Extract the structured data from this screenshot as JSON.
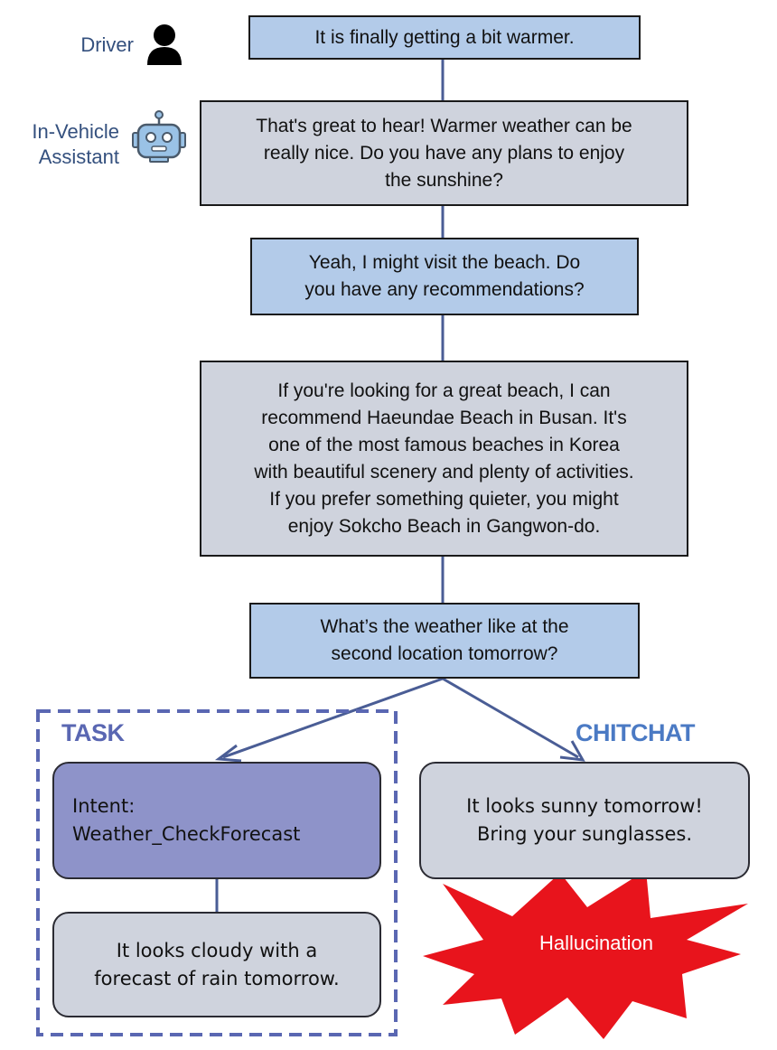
{
  "speakers": {
    "driver": {
      "label": "Driver",
      "icon": "person-icon"
    },
    "assistant": {
      "label_lines": [
        "In-Vehicle",
        "Assistant"
      ],
      "icon": "robot-icon"
    }
  },
  "dialogue": [
    {
      "speaker": "driver",
      "lines": [
        "It is finally getting a bit warmer."
      ]
    },
    {
      "speaker": "assistant",
      "lines": [
        "That's great to hear! Warmer weather can be",
        "really nice. Do you have any plans to enjoy",
        "the sunshine?"
      ]
    },
    {
      "speaker": "driver",
      "lines": [
        "Yeah, I might visit the beach. Do",
        "you have any recommendations?"
      ]
    },
    {
      "speaker": "assistant",
      "lines": [
        "If you're looking for a great beach, I can",
        "recommend Haeundae Beach in Busan. It's",
        "one of the most famous beaches in Korea",
        "with beautiful scenery and plenty of activities.",
        "If you prefer something quieter, you might",
        "enjoy Sokcho Beach in Gangwon-do."
      ]
    },
    {
      "speaker": "driver",
      "lines": [
        "What’s the weather like at the",
        "second location tomorrow?"
      ]
    }
  ],
  "task": {
    "label": "TASK",
    "intent_lines": [
      "Intent:",
      "Weather_CheckForecast"
    ],
    "response_lines": [
      "It looks cloudy with a",
      "forecast of rain tomorrow."
    ]
  },
  "chitchat": {
    "label": "CHITCHAT",
    "response_lines": [
      "It looks sunny tomorrow!",
      "Bring your sunglasses."
    ],
    "hallucination_label": "Hallucination"
  },
  "colors": {
    "driver_box": "#b3cbe9",
    "assistant_box": "#cfd3dd",
    "intent_box": "#8e93c9",
    "connector": "#4a5d95",
    "task_border": "#5a67b2",
    "chitchat_label": "#4b7ac4",
    "hallucination": "#e8141c"
  }
}
